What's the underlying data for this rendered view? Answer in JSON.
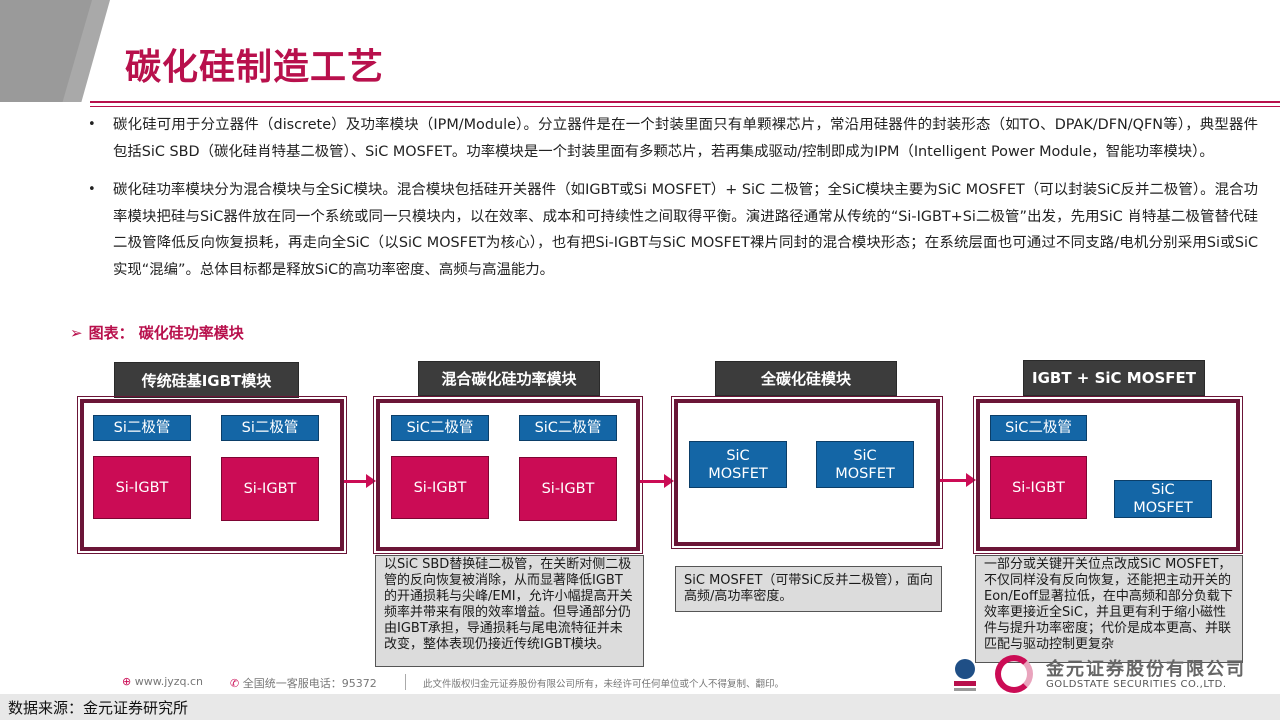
{
  "header": {
    "title": "碳化硅制造工艺"
  },
  "bullets": [
    "碳化硅可用于分立器件（discrete）及功率模块（IPM/Module）。分立器件是在一个封装里面只有单颗裸芯片，常沿用硅器件的封装形态（如TO、DPAK/DFN/QFN等），典型器件包括SiC SBD（碳化硅肖特基二极管）、SiC MOSFET。功率模块是一个封装里面有多颗芯片，若再集成驱动/控制即成为IPM（Intelligent Power Module，智能功率模块）。",
    "碳化硅功率模块分为混合模块与全SiC模块。混合模块包括硅开关器件（如IGBT或Si MOSFET）+ SiC 二极管；全SiC模块主要为SiC MOSFET（可以封装SiC反并二极管）。混合功率模块把硅与SiC器件放在同一个系统或同一只模块内，以在效率、成本和可持续性之间取得平衡。演进路径通常从传统的“Si-IGBT+Si二极管”出发，先用SiC 肖特基二极管替代硅二极管降低反向恢复损耗，再走向全SiC（以SiC MOSFET为核心），也有把Si-IGBT与SiC MOSFET裸片同封的混合模块形态；在系统层面也可通过不同支路/电机分别采用Si或SiC实现“混编”。总体目标都是释放SiC的高功率密度、高频与高温能力。"
  ],
  "figure": {
    "marker": "➢",
    "caption": "图表： 碳化硅功率模块"
  },
  "modules": {
    "m1": {
      "title": "传统硅基IGBT模块",
      "d1": "Si二极管",
      "d2": "Si二极管",
      "s1": "Si-IGBT",
      "s2": "Si-IGBT"
    },
    "m2": {
      "title": "混合碳化硅功率模块",
      "d1": "SiC二极管",
      "d2": "SiC二极管",
      "s1": "Si-IGBT",
      "s2": "Si-IGBT",
      "note": "以SiC SBD替换硅二极管，在关断对侧二极管的反向恢复被消除，从而显著降低IGBT的开通损耗与尖峰/EMI，允许小幅提高开关频率并带来有限的效率增益。但导通部分仍由IGBT承担，导通损耗与尾电流特征并未改变，整体表现仍接近传统IGBT模块。"
    },
    "m3": {
      "title": "全碳化硅模块",
      "b1": "SiC\nMOSFET",
      "b2": "SiC\nMOSFET",
      "note": "SiC MOSFET（可带SiC反并二极管），面向高频/高功率密度。"
    },
    "m4": {
      "title": "IGBT + SiC MOSFET",
      "d1": "SiC二极管",
      "s1": "Si-IGBT",
      "b1": "SiC\nMOSFET",
      "note": "一部分或关键开关位点改成SiC MOSFET，不仅同样没有反向恢复，还能把主动开关的Eon/Eoff显著拉低，在中高频和部分负载下效率更接近全SiC，并且更有利于缩小磁性件与提升功率密度；代价是成本更高、并联匹配与驱动控制更复杂"
    }
  },
  "footer": {
    "website": "www.jyzq.cn",
    "hotline": "全国统一客服电话：95372",
    "copyright": "此文件版权归金元证券股份有限公司所有，未经许可任何单位或个人不得复制、翻印。",
    "logo_cn": "金元证券股份有限公司",
    "logo_en": "GOLDSTATE SECURITIES CO.,LTD.",
    "source": "数据来源：金元证券研究所"
  },
  "colors": {
    "accent": "#b8104c",
    "blue": "#1466a6",
    "red": "#cb0c55",
    "frame": "#6b1537"
  }
}
